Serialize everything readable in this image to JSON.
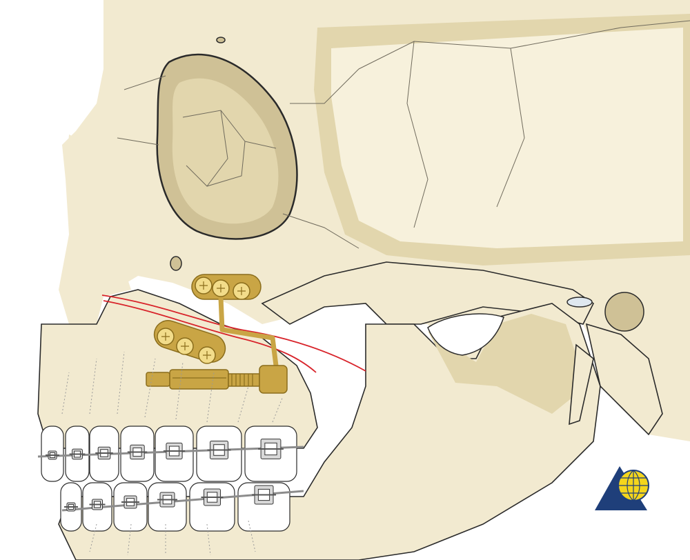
{
  "colors": {
    "background": "#ffffff",
    "bone": "#f2ead0",
    "bone_light": "#f7f1dc",
    "bone_shadow": "#e2d6ad",
    "bone_dark": "#cfc196",
    "outline": "#2a2a2a",
    "suture": "#6f6a5c",
    "osteotomy_line": "#d8232a",
    "device_gold": "#c9a545",
    "device_gold_dark": "#8a6d1c",
    "device_gold_light": "#f2dc8a",
    "tooth": "#ffffff",
    "bracket": "#8c8c8c",
    "logo_blue": "#1f3f7a",
    "logo_yellow": "#f4d51c"
  },
  "icons": [
    "skull-illustration",
    "distraction-device",
    "orthodontic-brackets",
    "ao-foundation-logo"
  ]
}
